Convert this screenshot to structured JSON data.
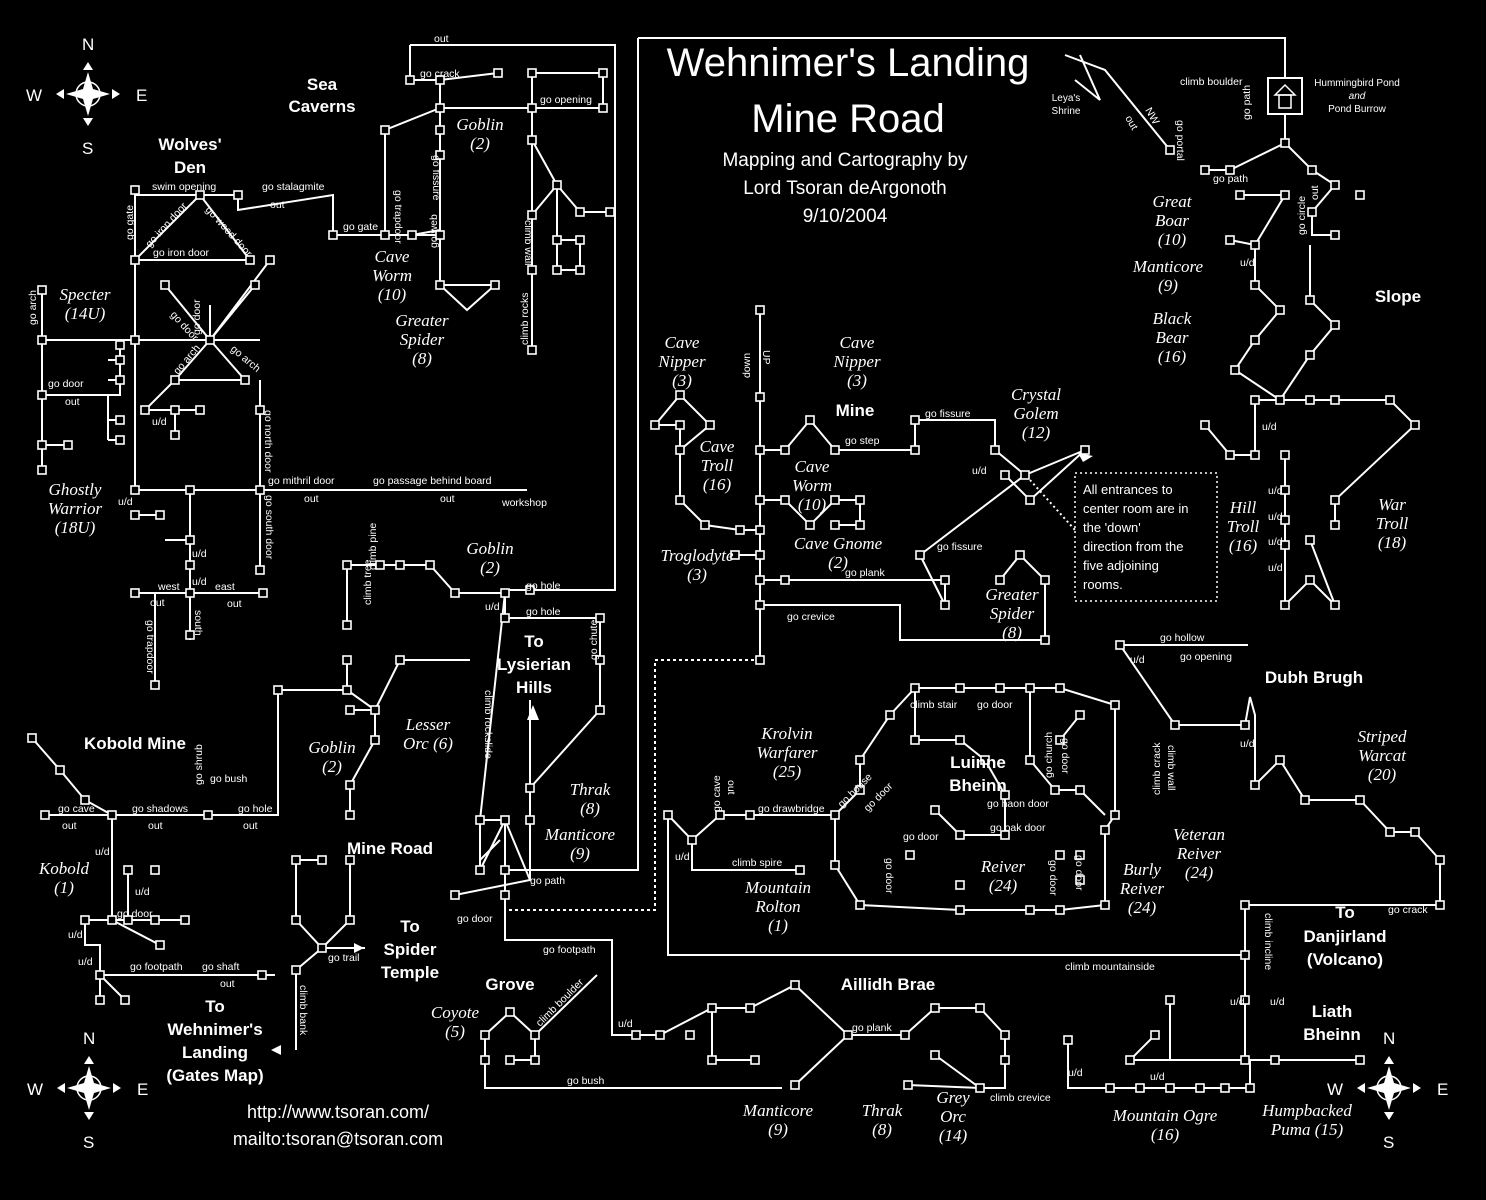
{
  "title": {
    "line1": "Wehnimer's Landing",
    "line2": "Mine Road"
  },
  "credits": {
    "line1": "Mapping and Cartography by",
    "line2": "Lord Tsoran deArgonoth",
    "date": "9/10/2004"
  },
  "links": {
    "web": "http://www.tsoran.com/",
    "mail": "mailto:tsoran@tsoran.com"
  },
  "compass": {
    "n": "N",
    "s": "S",
    "e": "E",
    "w": "W"
  },
  "note_lines": [
    "All entrances to",
    "center room are in",
    "the 'down'",
    "direction from the",
    "five adjoining",
    "rooms."
  ],
  "areas": {
    "sea_caverns": [
      "Sea",
      "Caverns"
    ],
    "wolves_den": [
      "Wolves'",
      "Den"
    ],
    "kobold_mine": "Kobold Mine",
    "mine_road": "Mine Road",
    "mine": "Mine",
    "slope": "Slope",
    "dubh_brugh": "Dubh Brugh",
    "luinne_bheinn": [
      "Luinne",
      "Bheinn"
    ],
    "grove": "Grove",
    "aillidh_brae": "Aillidh Brae",
    "liath_bheinn": [
      "Liath",
      "Bheinn"
    ],
    "to_lysierian": [
      "To",
      "Lysierian",
      "Hills"
    ],
    "to_spider": [
      "To",
      "Spider",
      "Temple"
    ],
    "to_wehnimers": [
      "To",
      "Wehnimer's",
      "Landing",
      "(Gates Map)"
    ],
    "to_danjirland": [
      "To",
      "Danjirland",
      "(Volcano)"
    ],
    "hummingbird": [
      "Hummingbird Pond",
      "and",
      "Pond Burrow"
    ],
    "leyas": [
      "Leya's",
      "Shrine"
    ]
  },
  "creatures": {
    "specter": [
      "Specter",
      "(14U)"
    ],
    "ghostly_warrior": [
      "Ghostly",
      "Warrior",
      "(18U)"
    ],
    "goblin_sea": [
      "Goblin",
      "(2)"
    ],
    "cave_worm_sea": [
      "Cave",
      "Worm",
      "(10)"
    ],
    "greater_spider_sea": [
      "Greater",
      "Spider",
      "(8)"
    ],
    "goblin_road": [
      "Goblin",
      "(2)"
    ],
    "lesser_orc": [
      "Lesser",
      "Orc (6)"
    ],
    "goblin_road2": [
      "Goblin",
      "(2)"
    ],
    "kobold": [
      "Kobold",
      "(1)"
    ],
    "thrak_road": [
      "Thrak",
      "(8)"
    ],
    "manticore_road": [
      "Manticore",
      "(9)"
    ],
    "cave_nipper_l": [
      "Cave",
      "Nipper",
      "(3)"
    ],
    "cave_nipper_r": [
      "Cave",
      "Nipper",
      "(3)"
    ],
    "cave_troll": [
      "Cave",
      "Troll",
      "(16)"
    ],
    "troglodyte": [
      "Troglodyte",
      "(3)"
    ],
    "cave_worm_mine": [
      "Cave",
      "Worm",
      "(10)"
    ],
    "cave_gnome": [
      "Cave Gnome",
      "(2)"
    ],
    "crystal_golem": [
      "Crystal",
      "Golem",
      "(12)"
    ],
    "greater_spider_mine": [
      "Greater",
      "Spider",
      "(8)"
    ],
    "great_boar": [
      "Great",
      "Boar",
      "(10)"
    ],
    "manticore_slope": [
      "Manticore",
      "(9)"
    ],
    "black_bear": [
      "Black",
      "Bear",
      "(16)"
    ],
    "hill_troll": [
      "Hill",
      "Troll",
      "(16)"
    ],
    "war_troll": [
      "War",
      "Troll",
      "(18)"
    ],
    "krolvin": [
      "Krolvin",
      "Warfarer",
      "(25)"
    ],
    "reiver": [
      "Reiver",
      "(24)"
    ],
    "burly_reiver": [
      "Burly",
      "Reiver",
      "(24)"
    ],
    "veteran_reiver": [
      "Veteran",
      "Reiver",
      "(24)"
    ],
    "striped_warcat": [
      "Striped",
      "Warcat",
      "(20)"
    ],
    "mountain_rolton": [
      "Mountain",
      "Rolton",
      "(1)"
    ],
    "coyote": [
      "Coyote",
      "(5)"
    ],
    "manticore_brae": [
      "Manticore",
      "(9)"
    ],
    "thrak_brae": [
      "Thrak",
      "(8)"
    ],
    "grey_orc": [
      "Grey",
      "Orc",
      "(14)"
    ],
    "mountain_ogre": [
      "Mountain Ogre",
      "(16)"
    ],
    "humpbacked_puma": [
      "Humpbacked",
      "Puma (15)"
    ]
  },
  "commands": {
    "out_top": "out",
    "go_crack": "go crack",
    "go_opening": "go opening",
    "swim_opening": "swim opening",
    "go_stalagmite": "go stalagmite",
    "out_w": "out",
    "go_gate": "go gate",
    "go_gate_v": "go gate",
    "go_iron_door": "go iron door",
    "go_wood_door": "go wood door",
    "go_trapdoor": "go trapdoor",
    "go_fissure_v": "go fissure",
    "go_web": "go web",
    "climb_wall": "climb wall",
    "climb_rocks": "climb rocks",
    "go_arch": "go arch",
    "go_door": "go door",
    "go_north_door": "go north door",
    "go_mithril_door": "go mithril door",
    "go_passage": "go passage behind board",
    "workshop": "workshop",
    "go_south_door": "go south door",
    "west": "west",
    "east": "east",
    "south": "south",
    "up_trapdoor": "go trapdoor",
    "ud": "u/d",
    "out": "out",
    "up": "UP",
    "down": "down",
    "climb_pine": "climb pine",
    "climb_tree": "climb tree",
    "go_hole": "go hole",
    "climb_rockslide": "climb rockslide",
    "go_chute": "go chute",
    "go_path": "go path",
    "go_shadows": "go shadows",
    "go_cave": "go cave",
    "go_shrub": "go shrub",
    "go_bush": "go bush",
    "go_footpath": "go footpath",
    "go_shaft": "go shaft",
    "go_trail": "go trail",
    "climb_bank": "climb bank",
    "climb_boulder": "climb boulder",
    "go_plank": "go plank",
    "go_step": "go step",
    "go_fissure": "go fissure",
    "go_crevice": "go crevice",
    "go_portal": "go portal",
    "go_circle": "go circle",
    "nw": "NW",
    "go_hollow": "go hollow",
    "climb_crack": "climb crack",
    "climb_stair": "climb stair",
    "go_house": "go house",
    "go_haon_door": "go haon door",
    "go_oak_door": "go oak door",
    "go_church": "go church",
    "go_drawbridge": "go drawbridge",
    "climb_spire": "climb spire",
    "climb_mountainside": "climb mountainside",
    "climb_incline": "climb incline",
    "climb_crevice": "climb crevice"
  }
}
